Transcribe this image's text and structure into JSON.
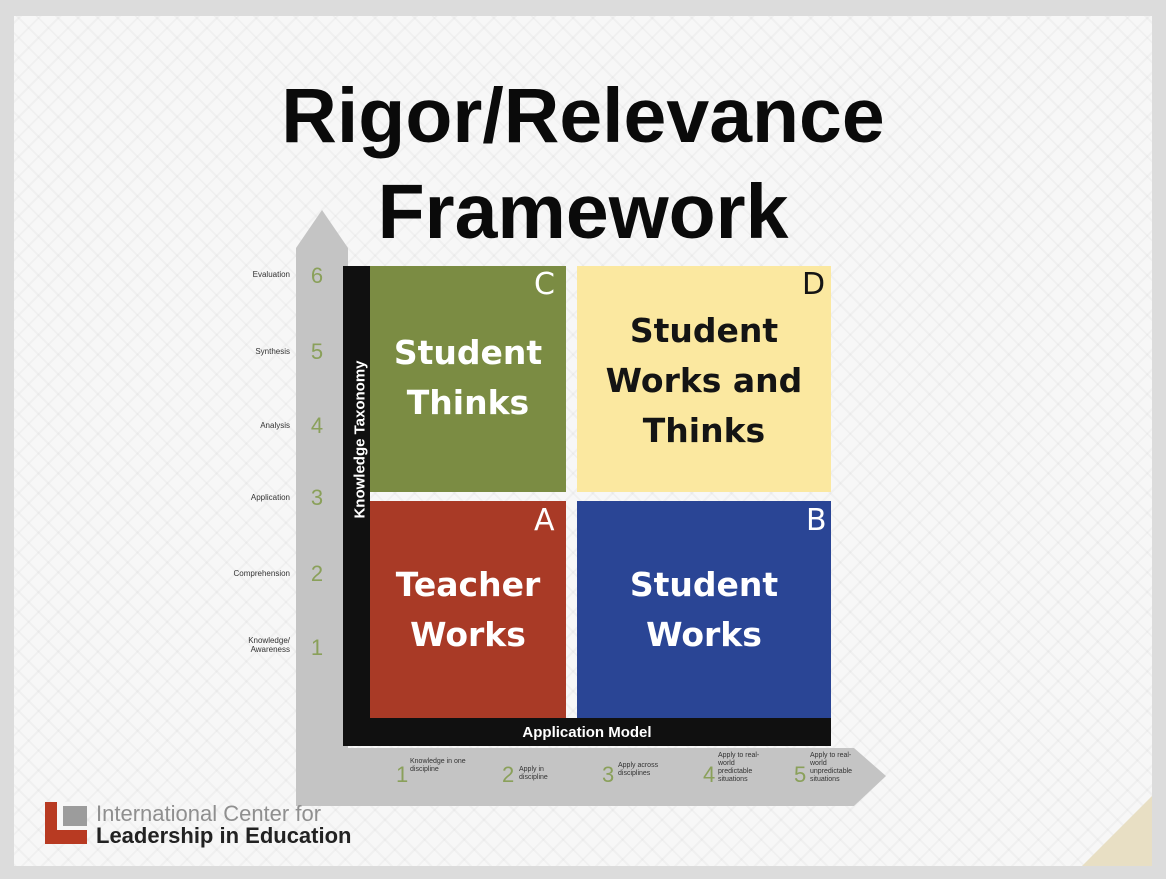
{
  "title": {
    "line1": "Rigor/Relevance",
    "line2": "Framework"
  },
  "axes": {
    "vertical_label": "Knowledge Taxonomy",
    "horizontal_label": "Application Model"
  },
  "knowledge_levels": [
    {
      "num": "6",
      "label": "Evaluation"
    },
    {
      "num": "5",
      "label": "Synthesis"
    },
    {
      "num": "4",
      "label": "Analysis"
    },
    {
      "num": "3",
      "label": "Application"
    },
    {
      "num": "2",
      "label": "Comprehension"
    },
    {
      "num": "1",
      "label": "Knowledge/ Awareness"
    }
  ],
  "application_levels": [
    {
      "num": "1",
      "label": "Knowledge in one discipline"
    },
    {
      "num": "2",
      "label": "Apply in discipline"
    },
    {
      "num": "3",
      "label": "Apply across disciplines"
    },
    {
      "num": "4",
      "label": "Apply to real-world predictable situations"
    },
    {
      "num": "5",
      "label": "Apply to real-world unpredictable situations"
    }
  ],
  "quadrants": {
    "C": {
      "letter": "C",
      "text": "Student Thinks",
      "color": "#7b8c43"
    },
    "D": {
      "letter": "D",
      "text": "Student Works and Thinks",
      "color": "#fbe8a0"
    },
    "A": {
      "letter": "A",
      "text": "Teacher Works",
      "color": "#a93a26"
    },
    "B": {
      "letter": "B",
      "text": "Student Works",
      "color": "#2a4595"
    }
  },
  "logo": {
    "line1": "International Center for",
    "line2": "Leadership in Education"
  },
  "colors": {
    "arrow_gray": "#c3c3c3",
    "axis_black": "#101010",
    "level_green": "#8aa05a",
    "logo_red": "#b83a22",
    "logo_gray": "#8f8f8f"
  }
}
